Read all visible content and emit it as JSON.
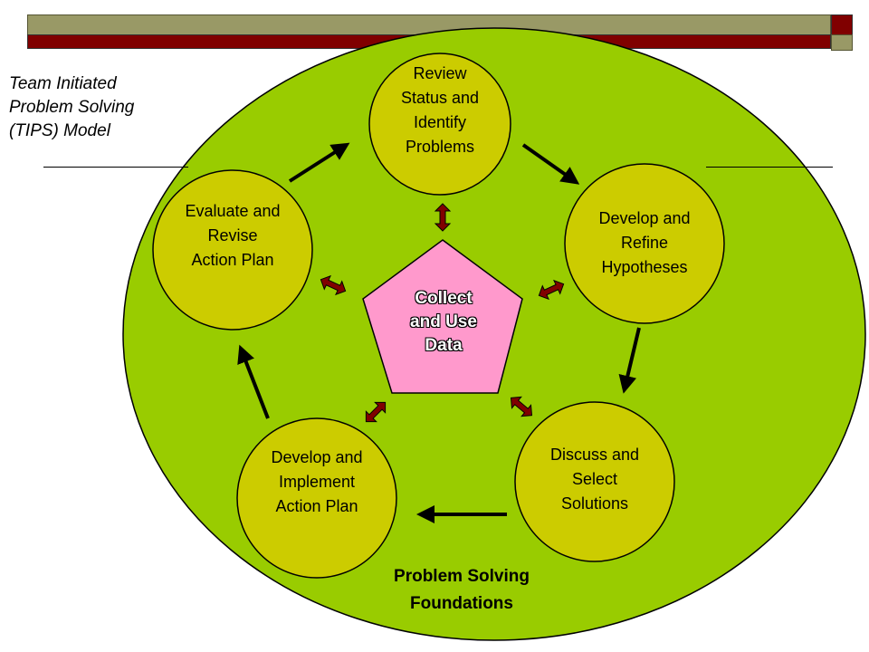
{
  "header": {
    "bar_colors": {
      "olive": "#999966",
      "maroon": "#800000"
    }
  },
  "title": {
    "lines": [
      "Team Initiated",
      "Problem Solving",
      "(TIPS) Model"
    ]
  },
  "diagram": {
    "background_color": "#99cc00",
    "node_color": "#cccc00",
    "center_color": "#ff99cc",
    "nodes": [
      {
        "id": "review",
        "lines": [
          "Review",
          "Status and",
          "Identify",
          "Problems"
        ]
      },
      {
        "id": "hypotheses",
        "lines": [
          "Develop and",
          "Refine",
          "Hypotheses"
        ]
      },
      {
        "id": "solutions",
        "lines": [
          "Discuss and",
          "Select",
          "Solutions"
        ]
      },
      {
        "id": "implement",
        "lines": [
          "Develop and",
          "Implement",
          "Action Plan"
        ]
      },
      {
        "id": "evaluate",
        "lines": [
          "Evaluate and",
          "Revise",
          "Action Plan"
        ]
      }
    ],
    "center": {
      "lines": [
        "Collect",
        "and Use",
        "Data"
      ]
    },
    "foundation": {
      "lines": [
        "Problem Solving",
        "Foundations"
      ]
    }
  }
}
